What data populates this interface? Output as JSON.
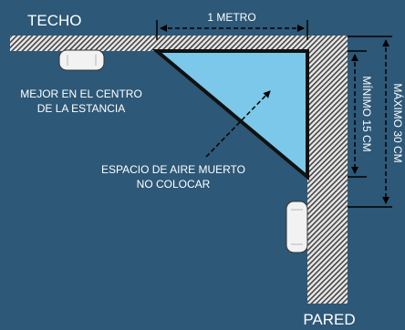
{
  "labels": {
    "ceiling": "TECHO",
    "wall": "PARED",
    "distance": "1 METRO",
    "center_note_line1": "MEJOR EN EL CENTRO",
    "center_note_line2": "DE LA ESTANCIA",
    "dead_air_line1": "ESPACIO DE AIRE MUERTO",
    "dead_air_line2": "NO COLOCAR",
    "minimum": "MÍNIMO 15 CM",
    "maximum": "MÁXIMO 30 CM"
  },
  "colors": {
    "background": "#2d5877",
    "dead_air_fill": "#7cc8ea",
    "hatch_stripe": "#444444",
    "hatch_base": "#e8e8e8",
    "detector": "#f2f2f2",
    "text": "#ffffff",
    "lines": "#000000"
  },
  "icons": {
    "detector": "smoke-detector-icon",
    "arrow": "pointer-arrow-icon"
  }
}
